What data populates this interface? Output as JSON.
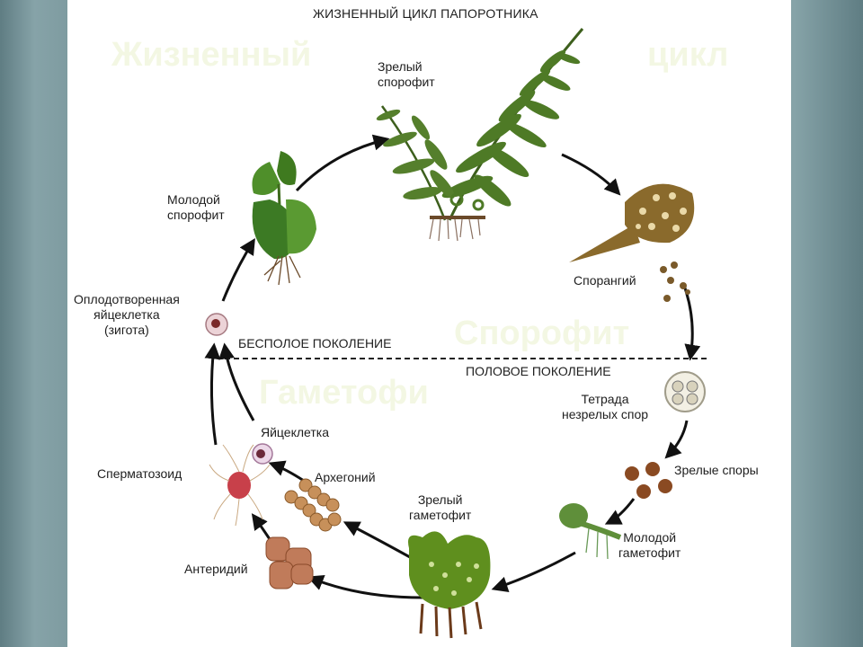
{
  "title": "ЖИЗНЕННЫЙ ЦИКЛ ПАПОРОТНИКА",
  "overlay_words": [
    "Жизненный",
    "цикл",
    "Спорофит",
    "Гаметофи"
  ],
  "generations": {
    "asexual": "БЕСПОЛОЕ ПОКОЛЕНИЕ",
    "sexual": "ПОЛОВОЕ ПОКОЛЕНИЕ"
  },
  "stages": {
    "mature_sporophyte": "Зрелый\nспорофит",
    "sporangium": "Спорангий",
    "tetrad": "Тетрада\nнезрелых спор",
    "mature_spores": "Зрелые споры",
    "young_gametophyte": "Молодой\nгаметофит",
    "mature_gametophyte": "Зрелый\nгаметофит",
    "archegonium": "Архегоний",
    "egg": "Яйцеклетка",
    "antheridium": "Антеридий",
    "sperm": "Сперматозоид",
    "zygote": "Оплодотворенная\nяйцеклетка\n(зигота)",
    "young_sporophyte": "Молодой\nспорофит"
  },
  "colors": {
    "arrow": "#111111",
    "leaf": "#4e7a26",
    "gametophyte": "#5f8f1e",
    "sporangium": "#8a6a2c",
    "antheridium": "#c07b5a"
  }
}
